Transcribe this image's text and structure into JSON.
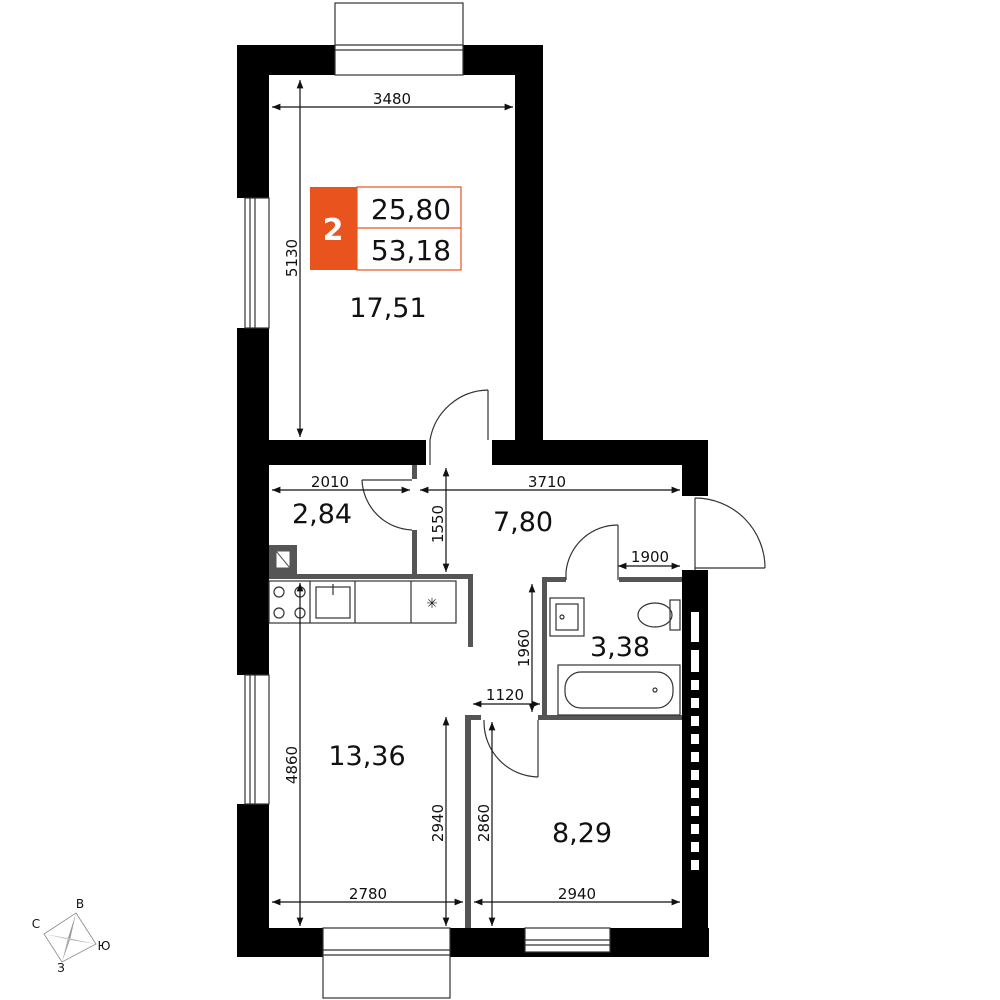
{
  "apartment": {
    "rooms_count": "2",
    "living_area": "25,80",
    "total_area": "53,18",
    "badge_color": "#e8531e"
  },
  "rooms": {
    "bedroom_area": "17,51",
    "storage_area": "2,84",
    "hallway_area": "7,80",
    "bathroom_area": "3,38",
    "kitchen_area": "13,36",
    "room_area": "8,29"
  },
  "dimensions": {
    "bedroom_width": "3480",
    "bedroom_height": "5130",
    "storage_width": "2010",
    "hallway_width": "3710",
    "hallway_depth": "1550",
    "bathroom_width": "1900",
    "bathroom_height": "1960",
    "corridor_width": "1120",
    "kitchen_height": "4860",
    "kitchen_width": "2780",
    "kitchen_partial_height": "2940",
    "room_height": "2860",
    "room_width": "2940"
  },
  "compass": {
    "north": "С",
    "east": "В",
    "south": "Ю",
    "west": "З"
  },
  "colors": {
    "wall": "#000000",
    "partition": "#555555",
    "accent": "#e8531e"
  },
  "icons": {
    "stove": "stove-icon",
    "sink": "sink-icon",
    "fridge": "fridge-icon",
    "toilet": "toilet-icon",
    "bathtub": "bathtub-icon",
    "compass": "compass-icon"
  }
}
